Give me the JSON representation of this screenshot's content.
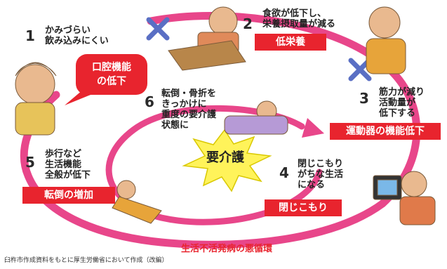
{
  "steps": [
    {
      "num": "1",
      "text": "かみづらい\n飲み込みにくい",
      "tag": ""
    },
    {
      "num": "2",
      "text": "食欲が低下し、\n栄養摂取量が減る",
      "tag": "低栄養"
    },
    {
      "num": "3",
      "text": "筋力が減り\n活動量が\n低下する",
      "tag": "運動器の機能低下"
    },
    {
      "num": "4",
      "text": "閉じこもり\nがちな生活\nになる",
      "tag": "閉じこもり"
    },
    {
      "num": "5",
      "text": "歩行など\n生活機能\n全般が低下",
      "tag": "転倒の増加"
    },
    {
      "num": "6",
      "text": "転倒・骨折を\nきっかけに\n重度の要介護\n状態に",
      "tag": ""
    }
  ],
  "oral_bubble": "口腔機能\nの低下",
  "center_label": "要介護",
  "cycle_caption": "生活不活発病の悪循環",
  "footer_note": "臼杵市作成資料をもとに厚生労働省において作成（改編）",
  "colors": {
    "ring": "#e8468a",
    "tag": "#e8242e",
    "cross": "#5a6fc4",
    "burst": "#fff35a"
  }
}
